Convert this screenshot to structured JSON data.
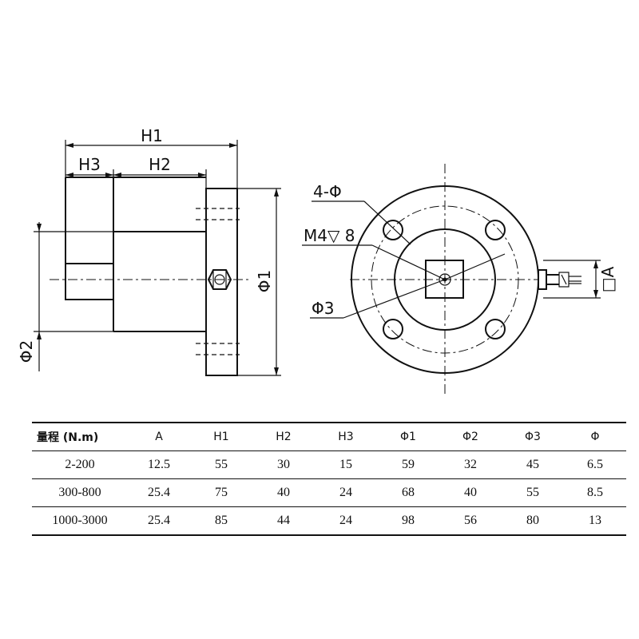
{
  "labels": {
    "h1": "H1",
    "h2": "H2",
    "h3": "H3",
    "phi1": "Φ1",
    "phi2": "Φ2",
    "holes": "4-Φ",
    "thread": "M4▽ 8",
    "phi3": "Φ3",
    "square": "□A"
  },
  "table": {
    "headers": [
      "量程 (N.m)",
      "A",
      "H1",
      "H2",
      "H3",
      "Φ1",
      "Φ2",
      "Φ3",
      "Φ"
    ],
    "rows": [
      [
        "2-200",
        "12.5",
        "55",
        "30",
        "15",
        "59",
        "32",
        "45",
        "6.5"
      ],
      [
        "300-800",
        "25.4",
        "75",
        "40",
        "24",
        "68",
        "40",
        "55",
        "8.5"
      ],
      [
        "1000-3000",
        "25.4",
        "85",
        "44",
        "24",
        "98",
        "56",
        "80",
        "13"
      ]
    ]
  }
}
